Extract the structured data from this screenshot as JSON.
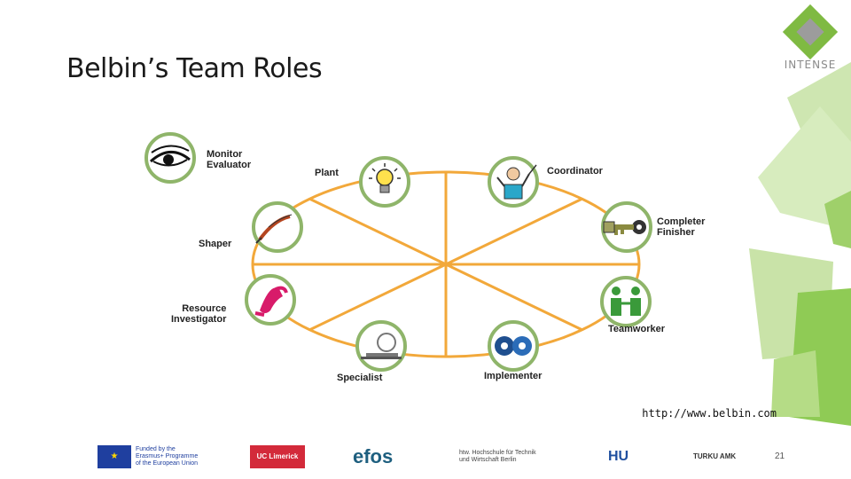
{
  "slide": {
    "title": "Belbin’s Team Roles",
    "source_url": "http://www.belbin.com",
    "page_number": "21"
  },
  "brand": {
    "name": "INTENSE"
  },
  "roles": [
    {
      "key": "monitor_evaluator",
      "label": "Monitor\nEvaluator",
      "icon": "eye-icon"
    },
    {
      "key": "plant",
      "label": "Plant",
      "icon": "lightbulb-icon"
    },
    {
      "key": "coordinator",
      "label": "Coordinator",
      "icon": "conductor-icon"
    },
    {
      "key": "completer_finisher",
      "label": "Completer\nFinisher",
      "icon": "key-icon"
    },
    {
      "key": "teamworker",
      "label": "Teamworker",
      "icon": "two-people-icon"
    },
    {
      "key": "implementer",
      "label": "Implementer",
      "icon": "gears-icon"
    },
    {
      "key": "specialist",
      "label": "Specialist",
      "icon": "specialist-icon"
    },
    {
      "key": "resource_investigator",
      "label": "Resource\nInvestigator",
      "icon": "telephone-icon"
    },
    {
      "key": "shaper",
      "label": "Shaper",
      "icon": "pen-icon"
    }
  ],
  "footer": {
    "logos": [
      {
        "name": "eu-logo",
        "text": "Funded by the\nErasmus+ Programme\nof the European Union"
      },
      {
        "name": "uc-logo",
        "text": "UC Limerick"
      },
      {
        "name": "efos-logo",
        "text": "efos"
      },
      {
        "name": "htw-logo",
        "text": "htw. Hochschule für Technik\nund Wirtschaft Berlin"
      },
      {
        "name": "hu-logo",
        "text": "HU"
      },
      {
        "name": "turku-logo",
        "text": "TURKU AMK"
      }
    ]
  },
  "colors": {
    "accent_green": "#7fba42",
    "wheel_orange": "#f2a83a",
    "icon_ring_green": "#8fb56a",
    "deco_green_light": "#c9e3a8",
    "deco_green": "#9fd06a"
  }
}
